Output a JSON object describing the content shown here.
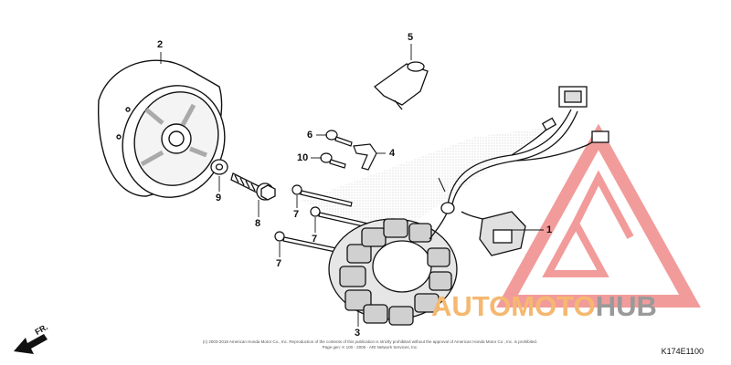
{
  "diagram": {
    "code": "K174E1100",
    "front_label": "FR.",
    "copyright_line1": "(c) 2003-2018 American Honda Motor Co., Inc. Reproduction of the contents of this publication is strictly prohibited without the approval of American Honda Motor Co., Inc. is prohibited.",
    "copyright_line2": "Page gen: K 100 - 2005 - ARI Network Services, Inc.",
    "callouts": [
      "1",
      "2",
      "3",
      "4",
      "5",
      "6",
      "7",
      "7",
      "7",
      "8",
      "9",
      "10"
    ]
  },
  "watermark": {
    "part1": "AUTO",
    "part2": "MOTO",
    "part3": "HUB",
    "color_primary": "#f5b870",
    "color_secondary": "#9a9a9a",
    "logo_color": "#f08a8a"
  },
  "colors": {
    "line": "#111111",
    "shade": "#888888"
  }
}
